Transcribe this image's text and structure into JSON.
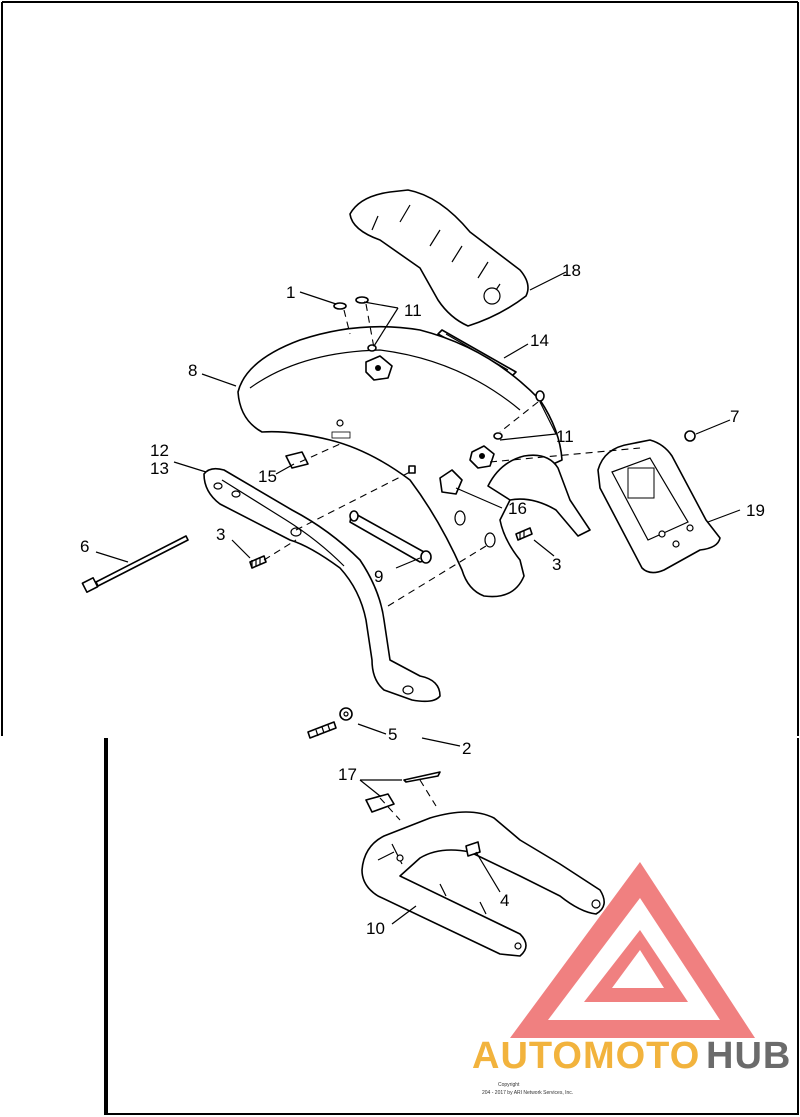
{
  "callouts": [
    "1",
    "2",
    "3",
    "3",
    "4",
    "5",
    "6",
    "7",
    "8",
    "9",
    "10",
    "11",
    "11",
    "12",
    "13",
    "14",
    "15",
    "16",
    "17",
    "18",
    "19"
  ],
  "watermark": {
    "brand_part1": "AUTOMOTO",
    "brand_part2": "HUB",
    "color_part1": "#f2b33d",
    "color_part2": "#6b6b6b",
    "logo_color": "#f08080"
  },
  "copyright": {
    "line1": "Copyright",
    "line2": "204 - 2017 by ARI Network Services, Inc."
  }
}
